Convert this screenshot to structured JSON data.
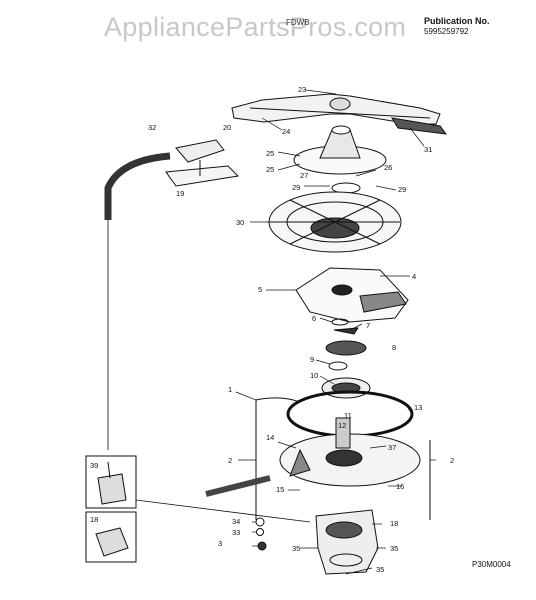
{
  "header": {
    "watermark": "AppliancePartsPros.com",
    "model_code": "FDWB",
    "publication_label": "Publication No.",
    "publication_number": "5995259792"
  },
  "footer": {
    "diagram_code": "P30M0004"
  },
  "callouts": {
    "c23": "23",
    "c20": "20",
    "c32": "32",
    "c24": "24",
    "c31": "31",
    "c25a": "25",
    "c25b": "25",
    "c26": "26",
    "c27": "27",
    "c19": "19",
    "c29a": "29",
    "c29b": "29",
    "c30": "30",
    "c4": "4",
    "c5": "5",
    "c6": "6",
    "c7": "7",
    "c8": "8",
    "c9": "9",
    "c10": "10",
    "c1": "1",
    "c13": "13",
    "c11": "11",
    "c12": "12",
    "c14": "14",
    "c37": "37",
    "c2a": "2",
    "c2b": "2",
    "c39": "39",
    "c15": "15",
    "c16a": "16",
    "c18a": "18",
    "c34": "34",
    "c33": "33",
    "c18b": "18",
    "c3": "3",
    "c35a": "35",
    "c35b": "35",
    "c35c": "35"
  }
}
